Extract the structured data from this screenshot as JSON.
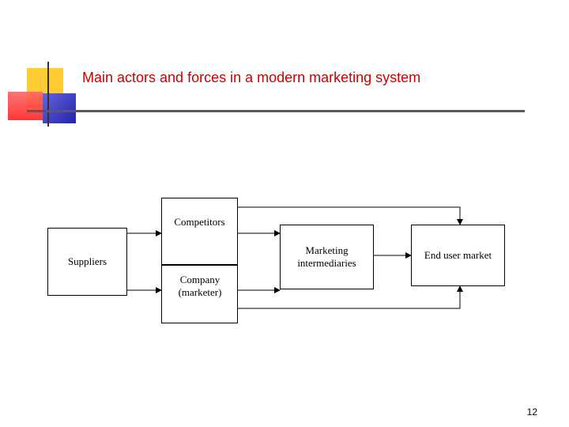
{
  "slide": {
    "title": "Main actors and forces in a modern marketing system",
    "page_number": "12"
  },
  "diagram": {
    "nodes": {
      "suppliers": "Suppliers",
      "competitors": "Competitors",
      "company": "Company (marketer)",
      "intermediaries": "Marketing intermediaries",
      "end_user": "End user market"
    }
  },
  "colors": {
    "title": "#cc0000",
    "deco_yellow": "#ffcc00",
    "deco_red": "#ff3333",
    "deco_blue": "#3333cc"
  }
}
